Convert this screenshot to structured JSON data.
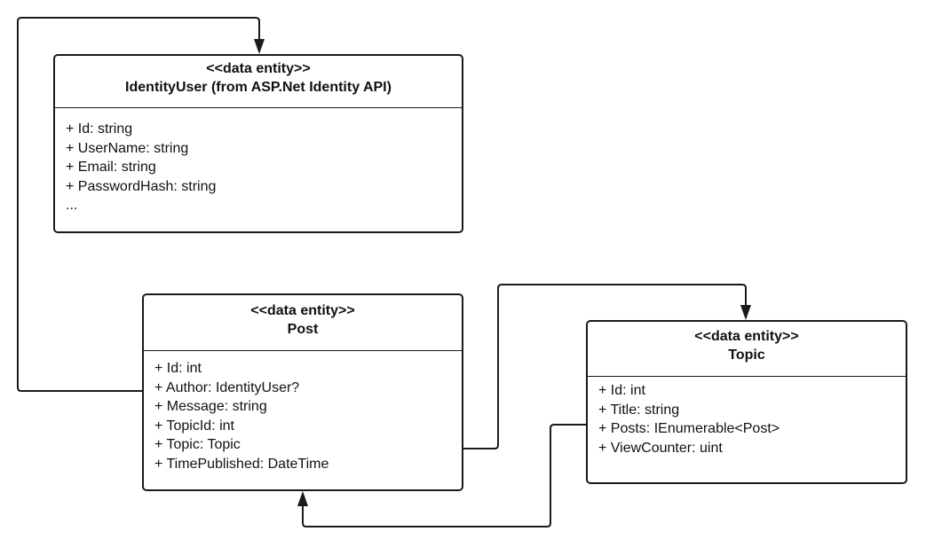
{
  "entities": {
    "identity_user": {
      "stereotype": "<<data entity>>",
      "name": "IdentityUser (from ASP.Net Identity API)",
      "attributes": [
        "+ Id: string",
        "+ UserName: string",
        "+ Email: string",
        "+ PasswordHash: string",
        "..."
      ]
    },
    "post": {
      "stereotype": "<<data entity>>",
      "name": "Post",
      "attributes": [
        "+ Id: int",
        "+ Author: IdentityUser?",
        "+ Message: string",
        "+ TopicId: int",
        "+ Topic: Topic",
        "+ TimePublished: DateTime"
      ]
    },
    "topic": {
      "stereotype": "<<data entity>>",
      "name": "Topic",
      "attributes": [
        "+ Id: int",
        "+ Title: string",
        "+ Posts: IEnumerable<Post>",
        "+ ViewCounter: uint"
      ]
    }
  },
  "colors": {
    "line": "#1a1a1a",
    "background": "#ffffff"
  }
}
